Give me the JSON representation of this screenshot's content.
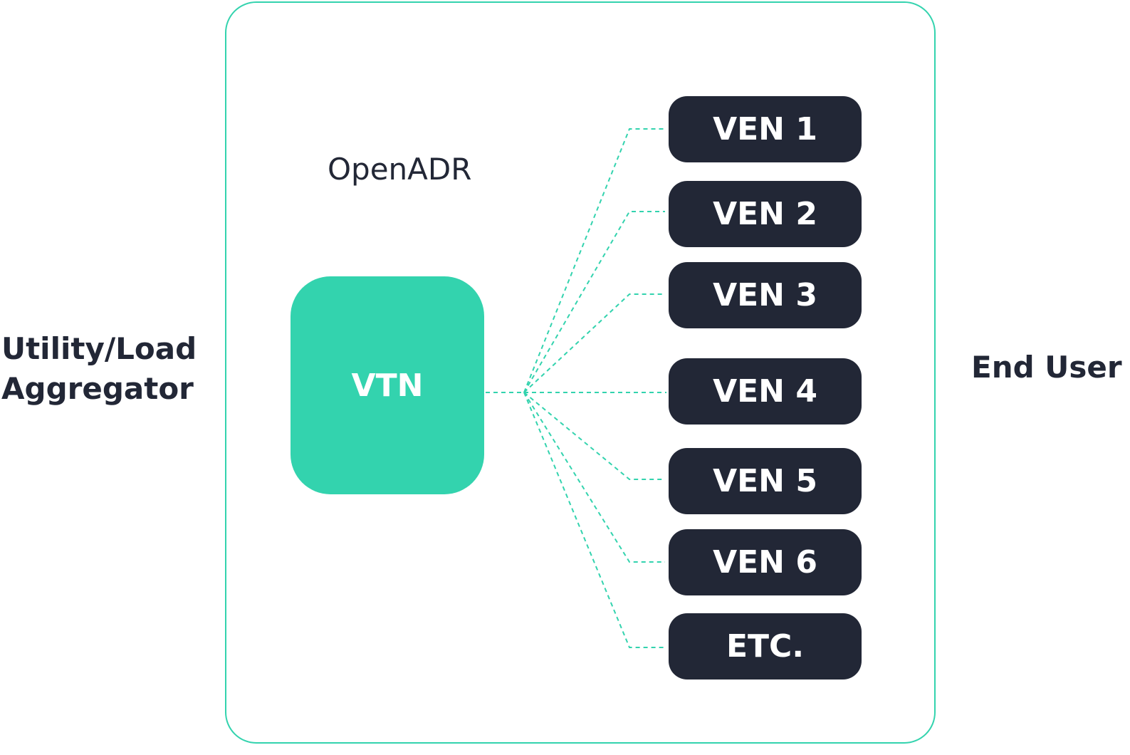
{
  "diagram": {
    "left_label_lines": [
      "Utility/Load",
      "Aggregator"
    ],
    "right_label": "End User",
    "protocol_title": "OpenADR",
    "hub": {
      "label": "VTN",
      "color": "#33d3ae"
    },
    "nodes": [
      {
        "label": "VEN 1"
      },
      {
        "label": "VEN 2"
      },
      {
        "label": "VEN 3"
      },
      {
        "label": "VEN 4"
      },
      {
        "label": "VEN 5"
      },
      {
        "label": "VEN 6"
      },
      {
        "label": "ETC."
      }
    ],
    "colors": {
      "accent": "#33d3ae",
      "node_fill": "#222736",
      "text_dark": "#222736",
      "connector": "#33d3ae"
    }
  }
}
